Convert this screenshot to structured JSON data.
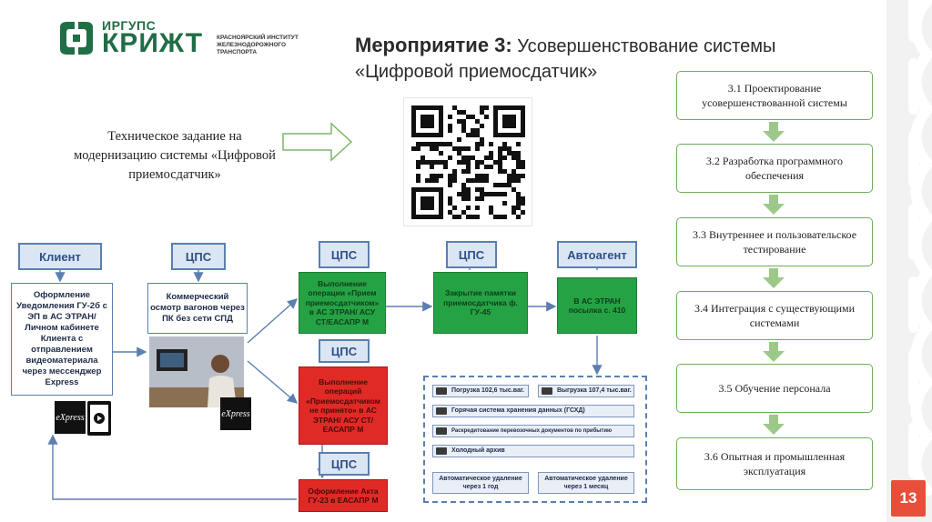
{
  "logo": {
    "top": "ИРГУПС",
    "main": "КРИЖТ",
    "desc": "КРАСНОЯРСКИЙ ИНСТИТУТ ЖЕЛЕЗНОДОРОЖНОГО ТРАНСПОРТА",
    "color": "#1f6e46"
  },
  "title": {
    "bold": "Мероприятие 3:",
    "rest": " Усовершенствование системы «Цифровой приемосдатчик»"
  },
  "spec_text": "Техническое задание на модернизацию системы «Цифровой приемосдатчик»",
  "steps": [
    "3.1 Проектирование усовершенствованной системы",
    "3.2 Разработка программного обеспечения",
    "3.3 Внутреннее и пользовательское тестирование",
    "3.4 Интеграция с существующими системами",
    "3.5 Обучение персонала",
    "3.6 Опытная и промышленная эксплуатация"
  ],
  "page_number": "13",
  "flow": {
    "headers": {
      "client": "Клиент",
      "cps1": "ЦПС",
      "cps2": "ЦПС",
      "cps3": "ЦПС",
      "autoagent": "Автоагент",
      "cps_mid": "ЦПС",
      "cps_bottom": "ЦПС"
    },
    "client_box": "Оформление Уведомления ГУ-2б с ЭП в АС ЭТРАН/ Личном кабинете Клиента с отправлением видеоматериала через мессенджер Express",
    "cps1_box": "Коммерческий осмотр вагонов через ПК без сети СПД",
    "green_accept": "Выполнение операции «Прием приемосдатчиком» в АС ЭТРАН/ АСУ СТ/ЕАСАПР М",
    "red_reject": "Выполнение операций «Приемосдатчиком не принято» в АС ЭТРАН/ АСУ СТ/ЕАСАПР М",
    "green_close": "Закрытие памятки приемосдатчика ф. ГУ-45",
    "green_auto": "В АС ЭТРАН посылка с. 410",
    "red_act": "Оформление Акта ГУ-23 в ЕАСАПР М",
    "express": "eXpress",
    "storage": {
      "load": "Погрузка 102,6 тыс.ваг.",
      "unload": "Выгрузка 107,4 тыс.ваг.",
      "hot": "Горячая система хранения данных (ГСХД)",
      "decode": "Раскредитование перевозочных документов по прибытию",
      "cold": "Холодный архив",
      "del1": "Автоматическое удаление через 1 год",
      "del2": "Автоматическое удаление через 1 месяц"
    }
  },
  "colors": {
    "step_border": "#6fae5b",
    "step_arrow": "#9cc98a",
    "page_badge": "#e94e3b",
    "green": "#25a244",
    "red": "#e02a26",
    "blue": "#5a7fb0"
  }
}
